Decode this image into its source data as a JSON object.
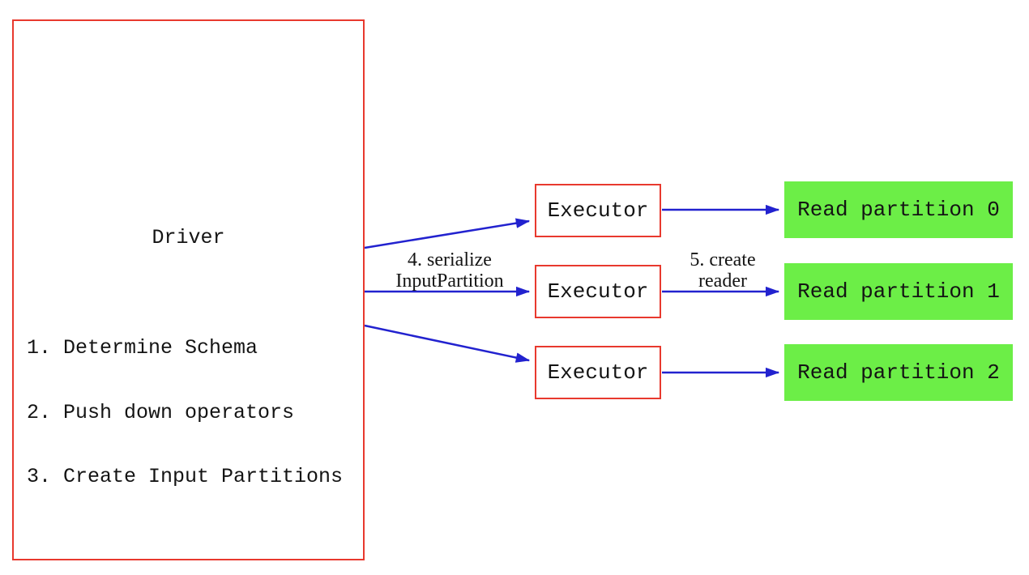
{
  "colors": {
    "box_border_red": "#e8392e",
    "arrow_blue": "#2222cf",
    "partition_green": "#6cee47",
    "text_black": "#141414",
    "background": "#ffffff"
  },
  "driver": {
    "title": "Driver",
    "steps": [
      "1. Determine Schema",
      "2. Push down operators",
      "3. Create Input Partitions"
    ]
  },
  "executors": [
    {
      "label": "Executor"
    },
    {
      "label": "Executor"
    },
    {
      "label": "Executor"
    }
  ],
  "partitions": [
    {
      "label": "Read partition 0"
    },
    {
      "label": "Read partition 1"
    },
    {
      "label": "Read partition 2"
    }
  ],
  "edge_labels": {
    "serialize": {
      "line1": "4. serialize",
      "line2": "InputPartition"
    },
    "create_reader": {
      "line1": "5. create",
      "line2": "reader"
    }
  }
}
